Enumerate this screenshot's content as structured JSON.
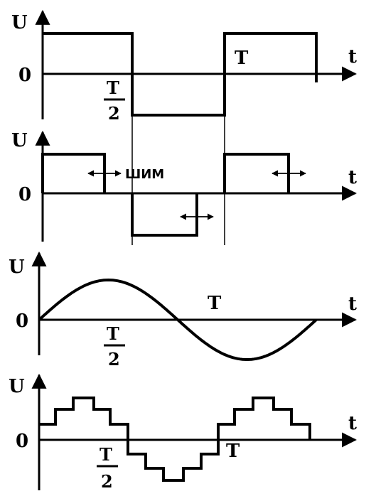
{
  "colors": {
    "background": "#ffffff",
    "ink": "#000000"
  },
  "panels": [
    {
      "id": "square",
      "y_label": "U",
      "origin_label": "0",
      "x_label": "t",
      "period_label": "T",
      "half_period": {
        "numerator": "T",
        "denominator": "2"
      }
    },
    {
      "id": "pwm",
      "y_label": "U",
      "origin_label": "0",
      "x_label": "t",
      "pwm_label": "ШИМ"
    },
    {
      "id": "sine",
      "y_label": "U",
      "origin_label": "0",
      "x_label": "t",
      "period_label": "T",
      "half_period": {
        "numerator": "T",
        "denominator": "2"
      }
    },
    {
      "id": "stepped",
      "y_label": "U",
      "origin_label": "0",
      "x_label": "t",
      "period_label": "T",
      "half_period": {
        "numerator": "T",
        "denominator": "2"
      }
    }
  ]
}
